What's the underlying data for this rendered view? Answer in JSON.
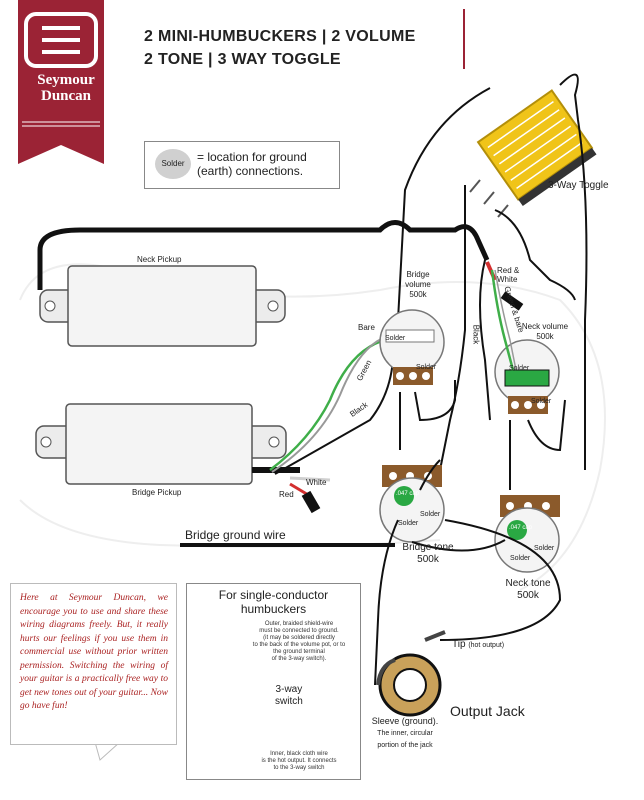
{
  "brand": {
    "name_line1": "Seymour",
    "name_line2": "Duncan",
    "color": "#9b2335"
  },
  "title": {
    "line1": "2 MINI-HUMBUCKERS | 2 VOLUME",
    "line2": "2 TONE | 3 WAY TOGGLE"
  },
  "legend": {
    "badge": "Solder",
    "text_line1": "= location for ground",
    "text_line2": "(earth) connections."
  },
  "pickups": {
    "neck": "Neck Pickup",
    "bridge": "Bridge Pickup"
  },
  "toggle": {
    "label": "3-Way Toggle"
  },
  "controls": {
    "bridge_volume": {
      "line1": "Bridge",
      "line2": "volume",
      "line3": "500k"
    },
    "neck_volume": {
      "line1": "Neck volume",
      "line2": "500k"
    },
    "bridge_tone": {
      "line1": "Bridge tone",
      "line2": "500k"
    },
    "neck_tone": {
      "line1": "Neck tone",
      "line2": "500k"
    },
    "cap_label": ".047 cap"
  },
  "wires": {
    "bare": "Bare",
    "green": "Green",
    "black": "Black",
    "white": "White",
    "red": "Red",
    "red_white": "Red & White",
    "green_bare": "Green & bare",
    "black_neck": "Black",
    "bridge_ground": "Bridge ground wire"
  },
  "solder_badges": [
    "Solder",
    "Solder",
    "Solder",
    "Solder",
    "Solder",
    "Solder",
    "Solder",
    "Solder"
  ],
  "jack": {
    "title": "Output Jack",
    "tip": "Tip",
    "tip_note": "(hot output)",
    "sleeve_line1": "Sleeve (ground).",
    "sleeve_line2": "The inner, circular",
    "sleeve_line3": "portion of the jack"
  },
  "note": {
    "text": "Here at Seymour Duncan, we encourage you to use and share these wiring diagrams freely. But, it really hurts our feelings if you use them in commercial use without prior written permission. Switching the wiring of your guitar is a practically free way to get new tones out of your guitar... Now go have fun!"
  },
  "inset": {
    "title_line1": "For single-conductor",
    "title_line2": "humbuckers",
    "shield_note": [
      "Outer, braided shield-wire",
      "must be connected to ground.",
      "(it may be soldered directly",
      "to the back of the volume pot, or to",
      "the ground terminal",
      "of the 3-way switch)."
    ],
    "switch_line1": "3-way",
    "switch_line2": "switch",
    "hot_note": [
      "Inner, black cloth wire",
      "is the hot output.  It connects",
      "to the 3-way switch"
    ]
  },
  "colors": {
    "wire_black": "#111111",
    "wire_green": "#3fae49",
    "wire_red": "#d32f2f",
    "wire_white": "#f5f5f5",
    "cap_green": "#2aa843",
    "toggle_gold": "#f0c419",
    "lug_brown": "#8b5a2b"
  }
}
